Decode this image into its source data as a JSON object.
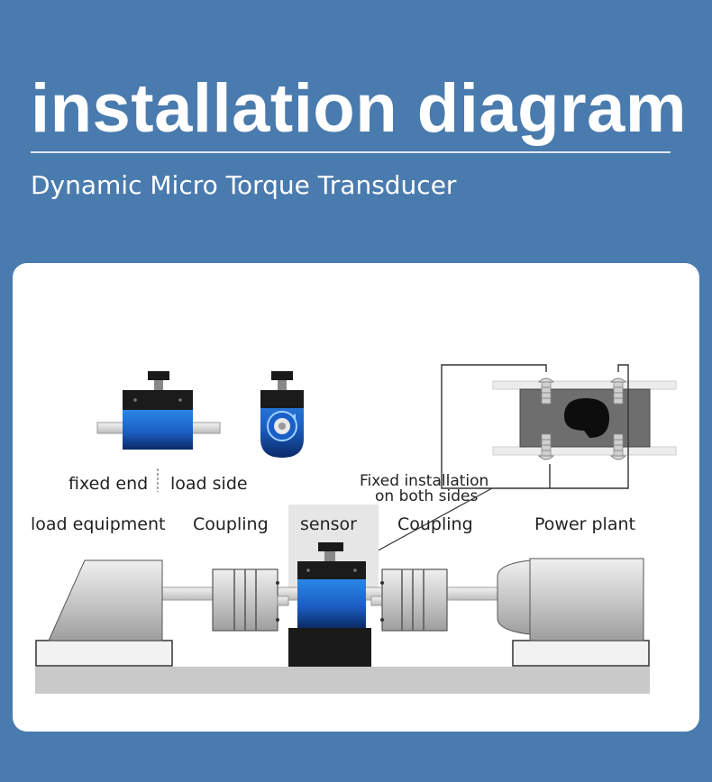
{
  "header": {
    "title": "installation diagram",
    "subtitle": "Dynamic Micro Torque Transducer"
  },
  "diagram": {
    "labels": {
      "fixed_end": "fixed end",
      "load_side": "load side",
      "fixed_installation_line1": "Fixed installation",
      "fixed_installation_line2": "on both sides",
      "load_equipment": "load equipment",
      "coupling_left": "Coupling",
      "sensor": "sensor",
      "coupling_right": "Coupling",
      "power_plant": "Power plant"
    },
    "colors": {
      "background": "#4a7bae",
      "card": "#ffffff",
      "sensor_blue": "#1f6fd1",
      "machine_gray": "#c9c9c9",
      "base_dark": "#1a1a1a"
    }
  }
}
